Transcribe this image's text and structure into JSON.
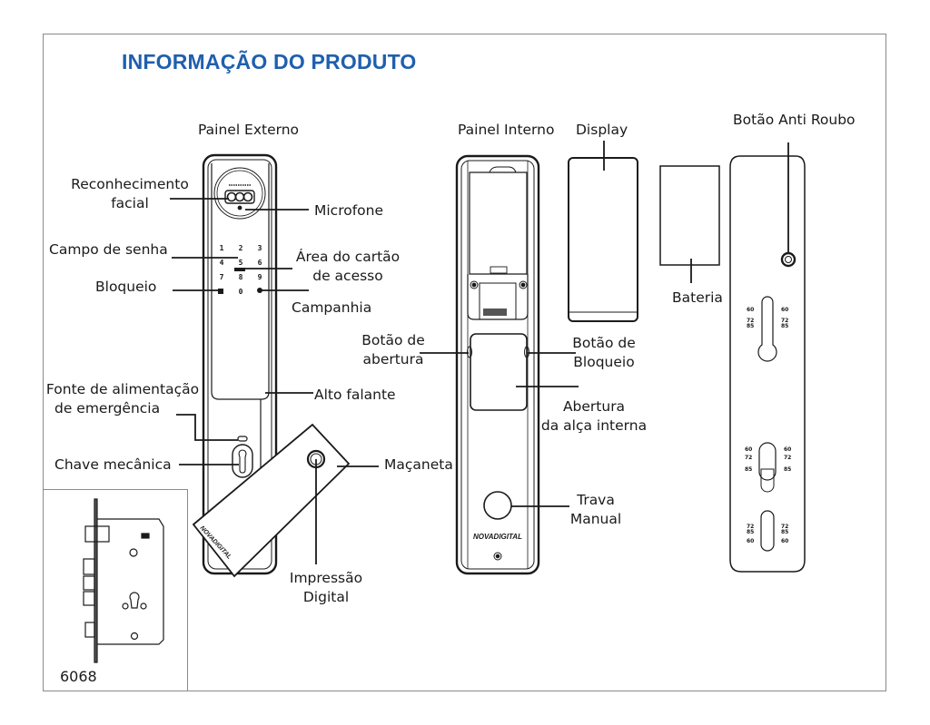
{
  "title": "INFORMAÇÃO DO PRODUTO",
  "colors": {
    "title": "#1f5fae",
    "lines": "#1a1a1a",
    "frame": "#8a8a8a"
  },
  "sections": {
    "external_panel": "Painel Externo",
    "internal_panel": "Painel Interno",
    "display": "Display",
    "anti_theft": "Botão Anti Roubo"
  },
  "external_labels": {
    "facial_1": "Reconhecimento",
    "facial_2": "facial",
    "microphone": "Microfone",
    "password": "Campo de senha",
    "card_1": "Área do cartão",
    "card_2": "de acesso",
    "lock": "Bloqueio",
    "doorbell": "Campanhia",
    "emergency_1": "Fonte de alimentação",
    "emergency_2": "de emergência",
    "speaker": "Alto falante",
    "key": "Chave mecânica",
    "handle": "Maçaneta",
    "fingerprint_1": "Impressão",
    "fingerprint_2": "Digital"
  },
  "internal_labels": {
    "open_btn_1": "Botão de",
    "open_btn_2": "abertura",
    "lock_btn_1": "Botão de",
    "lock_btn_2": "Bloqueio",
    "handle_open_1": "Abertura",
    "handle_open_2": "da alça interna",
    "manual_1": "Trava",
    "manual_2": "Manual",
    "battery": "Bateria"
  },
  "keypad": [
    "1",
    "2",
    "3",
    "4",
    "5",
    "6",
    "7",
    "8",
    "9",
    "0"
  ],
  "brand": "NOVADIGITAL",
  "mortise_model": "6068",
  "template_marks": [
    "60",
    "72",
    "85"
  ]
}
